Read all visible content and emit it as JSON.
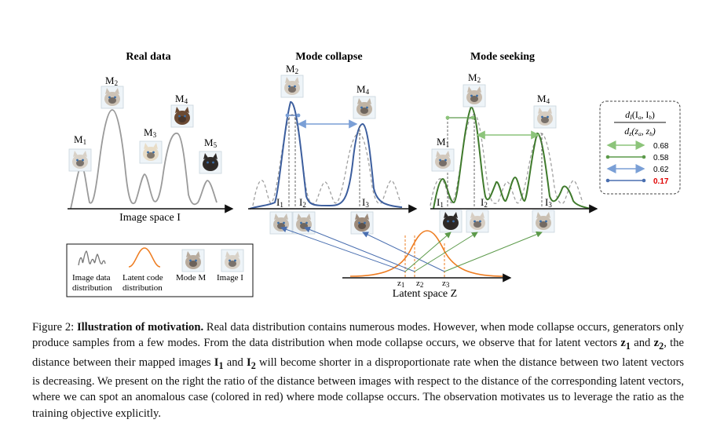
{
  "panels": {
    "real": {
      "title": "Real data",
      "modes": [
        {
          "label": "M",
          "sub": "1",
          "cat_color": "#d8d4cf"
        },
        {
          "label": "M",
          "sub": "2",
          "cat_color": "#cfc7bd"
        },
        {
          "label": "M",
          "sub": "3",
          "cat_color": "#e6dccb"
        },
        {
          "label": "M",
          "sub": "4",
          "cat_color": "#5a3d2b"
        },
        {
          "label": "M",
          "sub": "5",
          "cat_color": "#2a2a2a"
        }
      ],
      "axis_label": "Image space I"
    },
    "collapse": {
      "title": "Mode collapse",
      "modes": [
        {
          "label": "M",
          "sub": "2"
        },
        {
          "label": "M",
          "sub": "4"
        }
      ],
      "images": [
        {
          "label": "I",
          "sub": "1"
        },
        {
          "label": "I",
          "sub": "2"
        },
        {
          "label": "I",
          "sub": "3"
        }
      ]
    },
    "seeking": {
      "title": "Mode seeking",
      "modes": [
        {
          "label": "M",
          "sub": "1"
        },
        {
          "label": "M",
          "sub": "2"
        },
        {
          "label": "M",
          "sub": "4"
        }
      ],
      "images": [
        {
          "label": "I",
          "sub": "1"
        },
        {
          "label": "I",
          "sub": "2"
        },
        {
          "label": "I",
          "sub": "3"
        }
      ]
    }
  },
  "latent": {
    "axis_label": "Latent space Z",
    "points": [
      {
        "label": "z",
        "sub": "1"
      },
      {
        "label": "z",
        "sub": "2"
      },
      {
        "label": "z",
        "sub": "3"
      }
    ]
  },
  "ratio_box": {
    "numerator": "d",
    "numerator_sub": "I",
    "numerator_args": "(I",
    "denominator": "d",
    "denominator_sub": "z",
    "entries": [
      {
        "value": "0.68",
        "color": "#8cc47a",
        "highlight": false
      },
      {
        "value": "0.58",
        "color": "#5c9a4a",
        "highlight": false
      },
      {
        "value": "0.62",
        "color": "#7a9fd6",
        "highlight": false
      },
      {
        "value": "0.17",
        "color": "#4a6fb0",
        "highlight": true
      }
    ]
  },
  "legend": [
    {
      "line1": "Image data",
      "line2": "distribution"
    },
    {
      "line1": "Latent code",
      "line2": "distribution"
    },
    {
      "line1": "Mode M",
      "line2": ""
    },
    {
      "line1": "Image I",
      "line2": ""
    }
  ],
  "colors": {
    "real_curve": "#9a9a9a",
    "collapse_curve": "#3c5e9e",
    "seeking_curve": "#3f7a2c",
    "latent_curve": "#ee7d22",
    "dashed_curve": "#a0a0a0"
  },
  "caption": {
    "label": "Figure 2:",
    "bold": "Illustration of motivation.",
    "p1": "Real data distribution contains numerous modes. However, when mode collapse occurs, generators only produce samples from a few modes. From the data distribution when mode collapse occurs, we observe that for latent vectors",
    "z1": "z",
    "z1sub": "1",
    "and1": "and",
    "z2": "z",
    "z2sub": "2",
    "p2": ", the distance between their mapped images",
    "i1": "I",
    "i1sub": "1",
    "and2": "and",
    "i2": "I",
    "i2sub": "2",
    "p3": "will become shorter in a disproportionate rate when the distance between two latent vectors is decreasing. We present on the right the ratio of the distance between images with respect to the distance of the corresponding latent vectors, where we can spot an anomalous case (colored in red) where mode collapse occurs. The observation motivates us to leverage the ratio as the training objective explicitly."
  }
}
